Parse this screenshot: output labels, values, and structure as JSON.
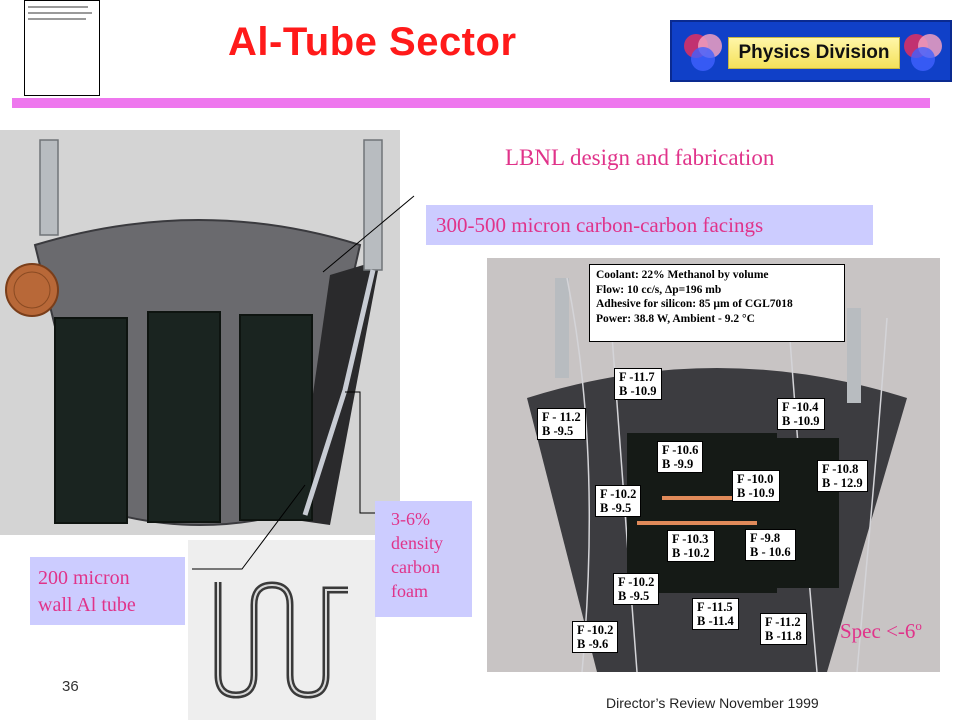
{
  "header": {
    "title": "Al-Tube Sector",
    "logo_text": "Physics Division"
  },
  "subtitle": "LBNL design and fabrication",
  "callouts": {
    "facings": "300-500 micron carbon-carbon facings",
    "foam": [
      "3-6%",
      "density",
      "carbon",
      "foam"
    ],
    "al_tube": [
      "200 micron",
      "wall Al tube"
    ]
  },
  "spec": {
    "text": "Spec <-6",
    "superscript": "o"
  },
  "coolant_box": [
    "Coolant: 22% Methanol by volume",
    "Flow: 10 cc/s, Δp=196 mb",
    "Adhesive for silicon: 85 µm of CGL7018",
    "Power: 38.8 W, Ambient - 9.2 °C"
  ],
  "temperature_labels": [
    {
      "f": "F -11.7",
      "b": "B -10.9"
    },
    {
      "f": "F -10.4",
      "b": "B -10.9"
    },
    {
      "f": "F - 11.2",
      "b": "B -9.5"
    },
    {
      "f": "F -10.6",
      "b": "B -9.9"
    },
    {
      "f": "F -10.0",
      "b": "B -10.9"
    },
    {
      "f": "F -10.8",
      "b": "B - 12.9"
    },
    {
      "f": "F -10.2",
      "b": "B -9.5"
    },
    {
      "f": "F -9.8",
      "b": "B - 10.6"
    },
    {
      "f": "F -10.3",
      "b": "B -10.2"
    },
    {
      "f": "F -10.2",
      "b": "B -9.5"
    },
    {
      "f": "F -11.5",
      "b": "B -11.4"
    },
    {
      "f": "F -11.2",
      "b": "B -11.8"
    },
    {
      "f": "F -10.2",
      "b": "B -9.6"
    }
  ],
  "footer": {
    "page_number": "36",
    "review": "Director’s Review November 1999"
  }
}
